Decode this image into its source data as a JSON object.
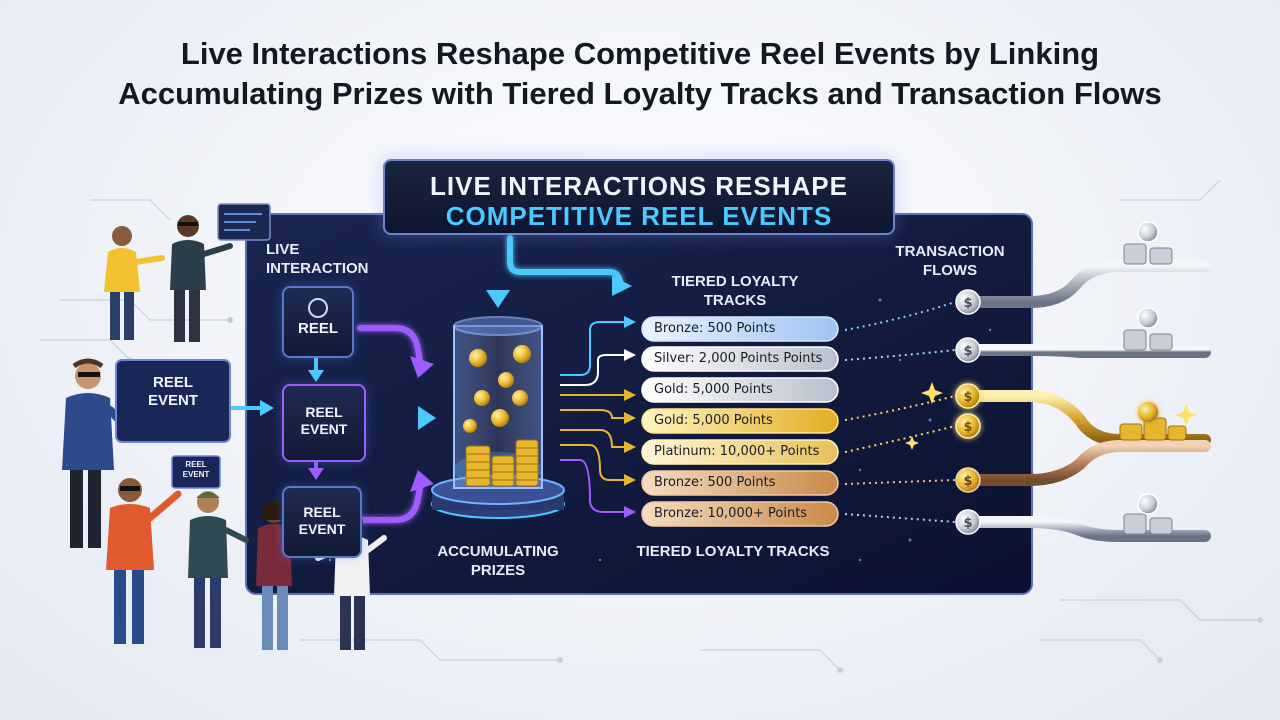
{
  "title": {
    "line1": "Live Interactions Reshape Competitive Reel Events by Linking",
    "line2": "Accumulating Prizes with Tiered Loyalty Tracks and Transaction Flows"
  },
  "banner": {
    "line1": "LIVE INTERACTIONS RESHAPE",
    "line2": "COMPETITIVE REEL EVENTS"
  },
  "labels": {
    "live_line1": "LIVE",
    "live_line2": "INTERACTION",
    "tiered_top_line1": "TIERED LOYALTY",
    "tiered_top_line2": "TRACKS",
    "transaction_line1": "TRANSACTION",
    "transaction_line2": "FLOWS",
    "prizes_line1": "ACCUMULATING",
    "prizes_line2": "PRIZES",
    "tiered_bottom": "TIERED LOYALTY TRACKS"
  },
  "nodes": {
    "reel_top": "REEL",
    "reel_event_mid_line1": "REEL",
    "reel_event_mid_line2": "EVENT",
    "reel_event_bot_line1": "REEL",
    "reel_event_bot_line2": "EVENT",
    "screen_large_line1": "REEL",
    "screen_large_line2": "EVENT",
    "screen_small_line1": "REEL",
    "screen_small_line2": "EVENT"
  },
  "tiers": [
    {
      "label": "Bronze: 500 Points"
    },
    {
      "label": "Silver: 2,000 Points Points"
    },
    {
      "label": "Gold: 5,000 Points"
    },
    {
      "label": "Gold: 5,000 Points"
    },
    {
      "label": "Platinum: 10,000+ Points"
    },
    {
      "label": "Bronze: 500 Points"
    },
    {
      "label": "Bronze: 10,000+ Points"
    }
  ],
  "icons": {
    "coin": "dollar-coin-icon",
    "reel": "film-reel-icon",
    "pipe": "transaction-pipe-icon"
  },
  "colors": {
    "panel": "#111a38",
    "accent_cyan": "#4cc9ff",
    "accent_purple": "#a05bff",
    "gold": "#e8b62c",
    "silver": "#c9ced8",
    "bronze": "#c98a4a"
  }
}
